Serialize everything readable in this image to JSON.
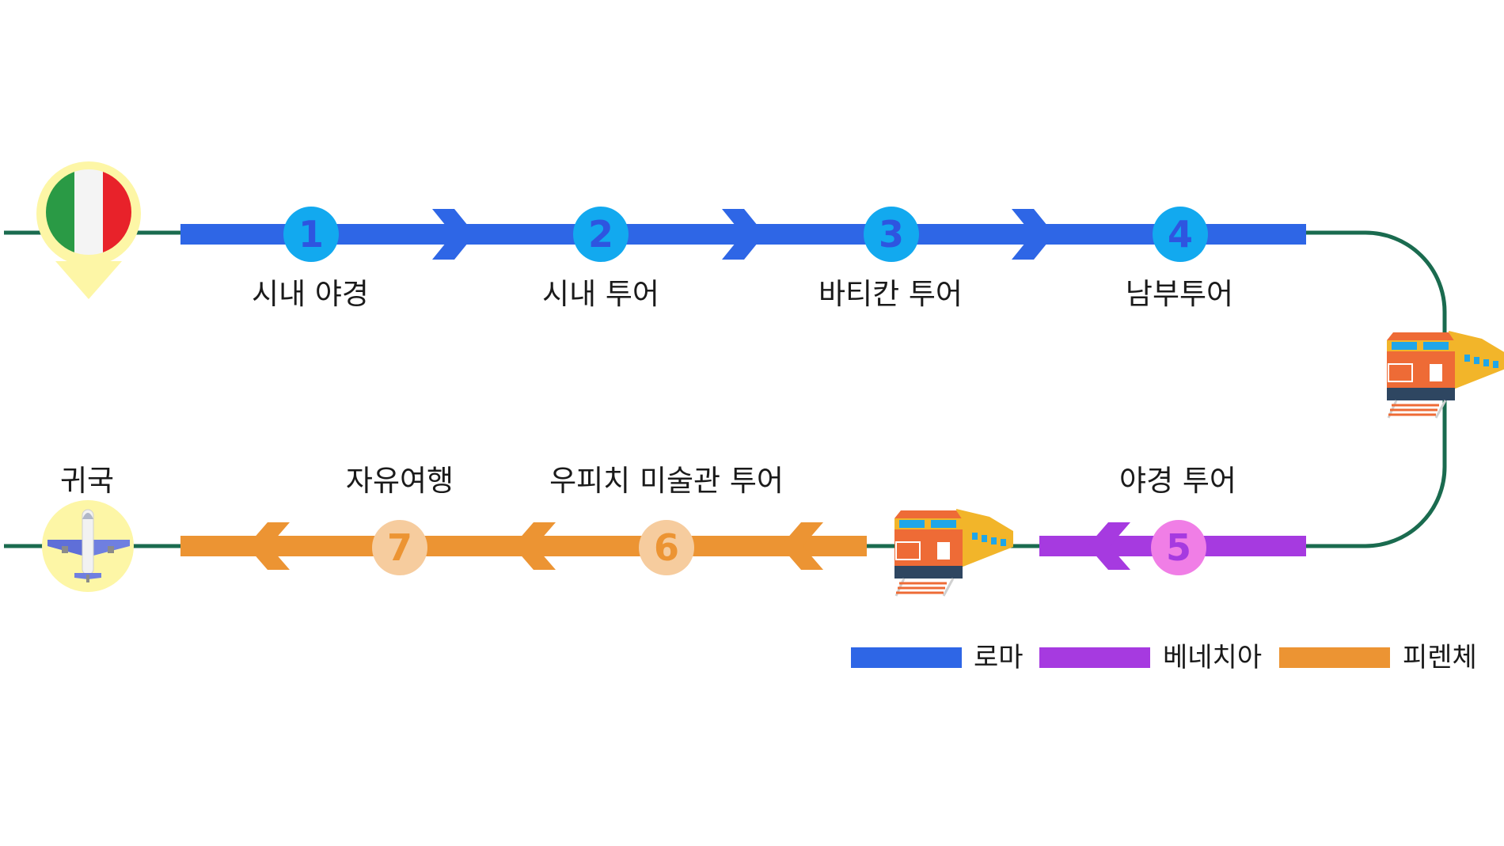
{
  "stops": [
    {
      "number": "1",
      "label": "시내 야경"
    },
    {
      "number": "2",
      "label": "시내 투어"
    },
    {
      "number": "3",
      "label": "바티칸 투어"
    },
    {
      "number": "4",
      "label": "남부투어"
    },
    {
      "number": "5",
      "label": "야경 투어"
    },
    {
      "number": "6",
      "label": "우피치 미술관 투어"
    },
    {
      "number": "7",
      "label": "자유여행"
    }
  ],
  "end_label": "귀국",
  "legend": [
    {
      "label": "로마",
      "color": "#2e66e6"
    },
    {
      "label": "베네치아",
      "color": "#a63ae0"
    },
    {
      "label": "피렌체",
      "color": "#ec9433"
    }
  ],
  "colors": {
    "track": "#1a6b4f",
    "rome": "#2e66e6",
    "venice": "#a63ae0",
    "florence": "#ec9433",
    "rome_circle": "#12a9ef",
    "rome_num": "#2e55e0",
    "venice_circle": "#f07ee6",
    "venice_num": "#a63ae0",
    "florence_circle": "#f6cc9e",
    "florence_num": "#ec9433",
    "pin": "#fdf6a6",
    "flag_green": "#2a9a45",
    "flag_white": "#f4f4f4",
    "flag_red": "#e8222a"
  },
  "icons": {
    "start": "italy-flag-pin-icon",
    "transfer": "train-icon",
    "end": "airplane-icon"
  }
}
